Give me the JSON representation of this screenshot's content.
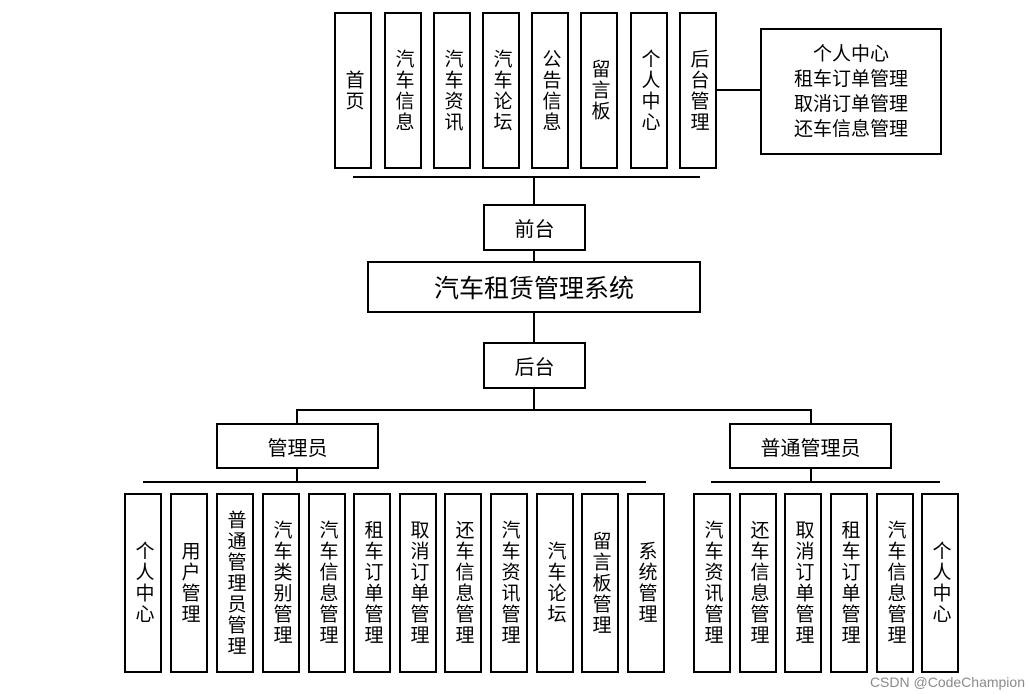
{
  "diagram": {
    "root": "汽车租赁管理系统",
    "front": {
      "label": "前台",
      "modules": [
        "首页",
        "汽车信息",
        "汽车资讯",
        "汽车论坛",
        "公告信息",
        "留言板",
        "个人中心",
        "后台管理"
      ],
      "backend_detail": [
        "个人中心",
        "租车订单管理",
        "取消订单管理",
        "还车信息管理"
      ]
    },
    "back": {
      "label": "后台",
      "admin": {
        "label": "管理员",
        "modules": [
          "个人中心",
          "用户管理",
          "普通管理员管理",
          "汽车类别管理",
          "汽车信息管理",
          "租车订单管理",
          "取消订单管理",
          "还车信息管理",
          "汽车资讯管理",
          "汽车论坛",
          "留言板管理",
          "系统管理"
        ]
      },
      "normal_admin": {
        "label": "普通管理员",
        "modules": [
          "汽车资讯管理",
          "还车信息管理",
          "取消订单管理",
          "租车订单管理",
          "汽车信息管理",
          "个人中心"
        ]
      }
    },
    "watermark": "CSDN @CodeChampion"
  }
}
